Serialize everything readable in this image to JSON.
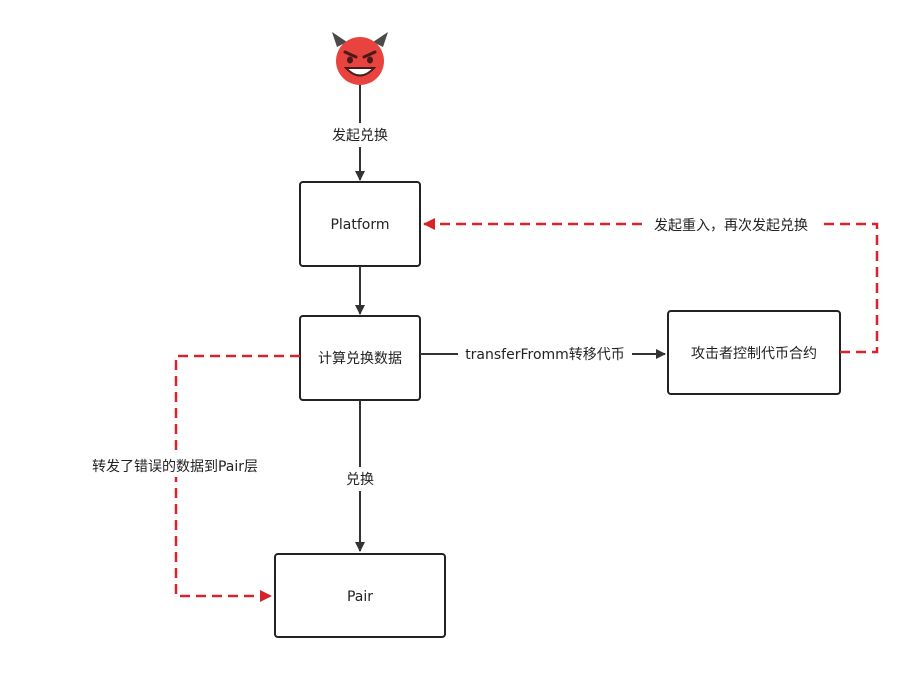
{
  "colors": {
    "black_edge": "#333333",
    "attack_edge": "#d9232a",
    "devil_face": "#e8433f",
    "devil_horn": "#4a4a4a",
    "node_border": "#222222"
  },
  "icons": {
    "attacker": "devil-face-icon"
  },
  "nodes": {
    "platform": "Platform",
    "compute": "计算兑换数据",
    "attacker_contract": "攻击者控制代币合约",
    "pair": "Pair"
  },
  "edges": {
    "initiate_swap": "发起兑换",
    "transfer_from": "transferFromm转移代币",
    "reenter": "发起重入，再次发起兑换",
    "swap": "兑换",
    "wrong_data": "转发了错误的数据到Pair层"
  }
}
